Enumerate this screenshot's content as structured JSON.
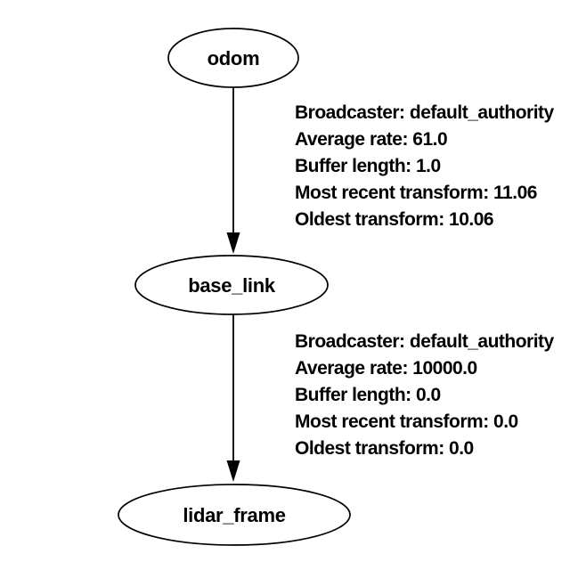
{
  "diagram": {
    "background_color": "#ffffff",
    "stroke_color": "#000000",
    "text_color": "#000000",
    "nodes": [
      {
        "id": "odom",
        "label": "odom"
      },
      {
        "id": "base_link",
        "label": "base_link"
      },
      {
        "id": "lidar_frame",
        "label": "lidar_frame"
      }
    ],
    "edges": [
      {
        "from": "odom",
        "to": "base_link",
        "label_lines": [
          "Broadcaster: default_authority",
          "Average rate: 61.0",
          "Buffer length: 1.0",
          "Most recent transform: 11.06",
          "Oldest transform: 10.06"
        ]
      },
      {
        "from": "base_link",
        "to": "lidar_frame",
        "label_lines": [
          "Broadcaster: default_authority",
          "Average rate: 10000.0",
          "Buffer length: 0.0",
          "Most recent transform: 0.0",
          "Oldest transform: 0.0"
        ]
      }
    ]
  }
}
